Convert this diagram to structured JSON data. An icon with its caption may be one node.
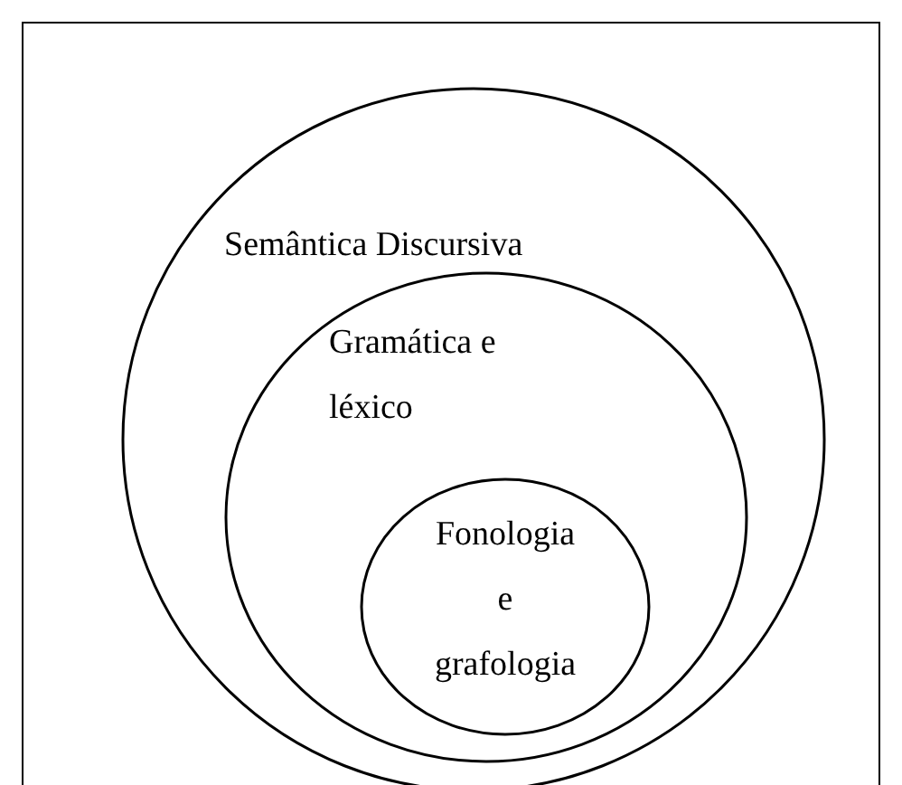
{
  "diagram": {
    "nodes": [
      {
        "text": [
          "Semântica Discursiva"
        ]
      },
      {
        "text": [
          "Gramática e léxico"
        ],
        "in": 0
      },
      {
        "text": [
          "Fonologia e grafologia"
        ],
        "in": 1
      }
    ]
  }
}
